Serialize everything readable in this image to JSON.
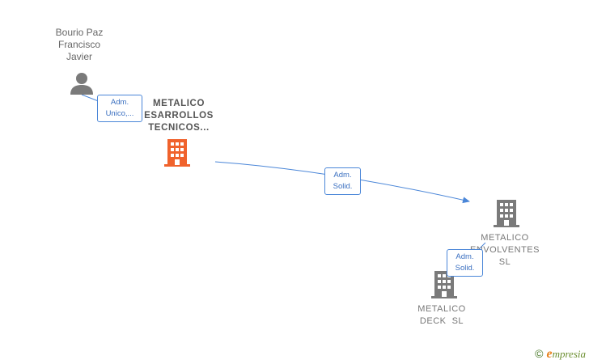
{
  "nodes": {
    "person": {
      "name_lines": [
        "Bourio Paz",
        "Francisco",
        "Javier"
      ],
      "icon": "person-icon"
    },
    "main_company": {
      "name_lines": [
        "METALICO",
        "ESARROLLOS",
        "TECNICOS..."
      ],
      "icon": "building-icon",
      "color": "#f0622c"
    },
    "company_envolventes": {
      "name_lines": [
        "METALICO",
        "ENVOLVENTES",
        "SL"
      ],
      "icon": "building-icon",
      "color": "#7a7a7a"
    },
    "company_deck": {
      "name_lines": [
        "METALICO",
        "DECK  SL"
      ],
      "icon": "building-icon",
      "color": "#7a7a7a"
    }
  },
  "edges": {
    "person_to_main": {
      "label_lines": [
        "Adm.",
        "Unico,..."
      ]
    },
    "main_to_envolventes": {
      "label_lines": [
        "Adm.",
        "Solid."
      ]
    },
    "deck_to_envolventes": {
      "label_lines": [
        "Adm.",
        "Solid."
      ]
    }
  },
  "colors": {
    "edge": "#4a86d8",
    "accent": "#f0622c",
    "neutral": "#7a7a7a"
  },
  "watermark": {
    "copyright": "©",
    "brand_initial": "e",
    "brand_rest": "mpresia"
  }
}
